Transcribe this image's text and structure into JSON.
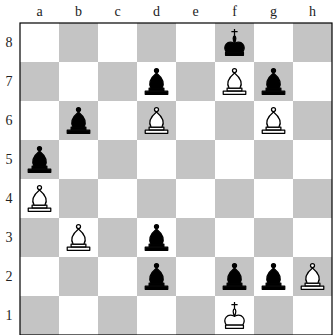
{
  "diagram": {
    "labels": [
      "a",
      "b",
      "c",
      "d",
      "e",
      "f",
      "g",
      "h",
      "8",
      "7",
      "6",
      "5",
      "4",
      "3",
      "2",
      "1"
    ]
  }
}
